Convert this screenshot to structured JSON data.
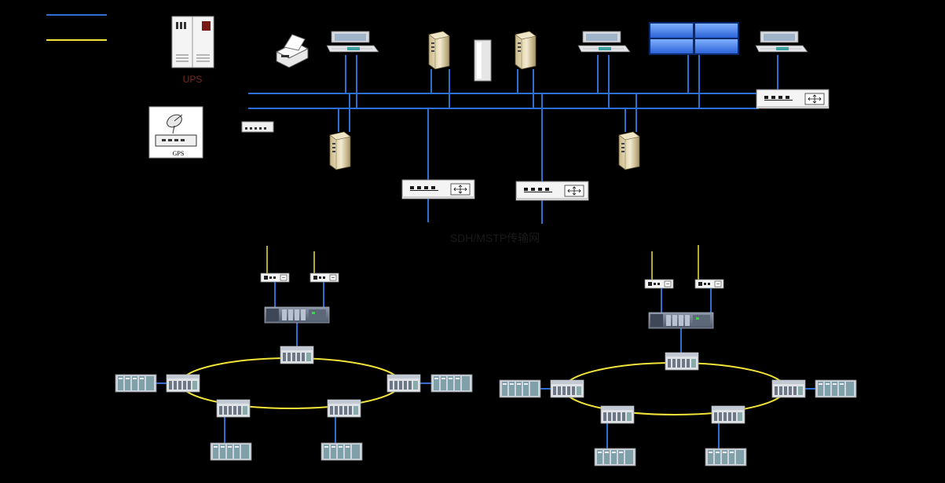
{
  "labels": {
    "ups": "UPS",
    "gps": "GPS",
    "transport": "SDH/MSTP传输网"
  },
  "colors": {
    "background": "#000000",
    "blue_link": "#2E6FD6",
    "yellow_ring": "#F2E33A",
    "ups_text": "#7A2A20"
  },
  "legend": [
    {
      "color": "#2E6FD6"
    },
    {
      "color": "#F2E33A"
    }
  ]
}
